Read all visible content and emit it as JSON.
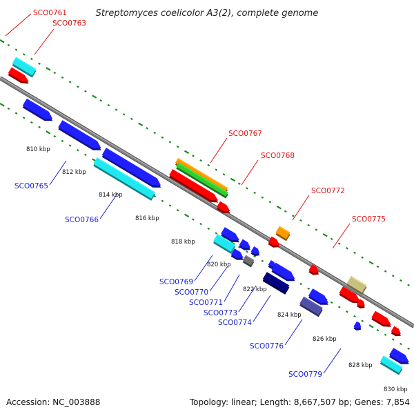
{
  "title": "Streptomyces coelicolor A3(2), complete genome",
  "footer": {
    "accession": "Accession: NC_003888",
    "summary": "Topology: linear; Length: 8,667,507 bp; Genes: 7,854"
  },
  "colors": {
    "backbone": "#808080",
    "forward_label": "#dd1111",
    "reverse_label": "#1a22cc",
    "tick": "#1c8a1c",
    "red": "#ff0000",
    "blue": "#1f1fff",
    "cyan": "#20e8f0",
    "orange": "#ff9900",
    "green": "#33cc33",
    "khaki": "#c8c080",
    "navy": "#000080",
    "slate": "#5050a8",
    "gray": "#707070"
  },
  "kbp_marks": [
    "810 kbp",
    "812 kbp",
    "814 kbp",
    "816 kbp",
    "818 kbp",
    "820 kbp",
    "822 kbp",
    "824 kbp",
    "826 kbp",
    "828 kbp",
    "830 kbp"
  ],
  "forward_labels": [
    "SCO0761",
    "SCO0763",
    "SCO0767",
    "SCO0768",
    "SCO0772",
    "SCO0775"
  ],
  "reverse_labels": [
    "SCO0765",
    "SCO0766",
    "SCO0769",
    "SCO0770",
    "SCO0771",
    "SCO0773",
    "SCO0774",
    "SCO0776",
    "SCO0779"
  ]
}
